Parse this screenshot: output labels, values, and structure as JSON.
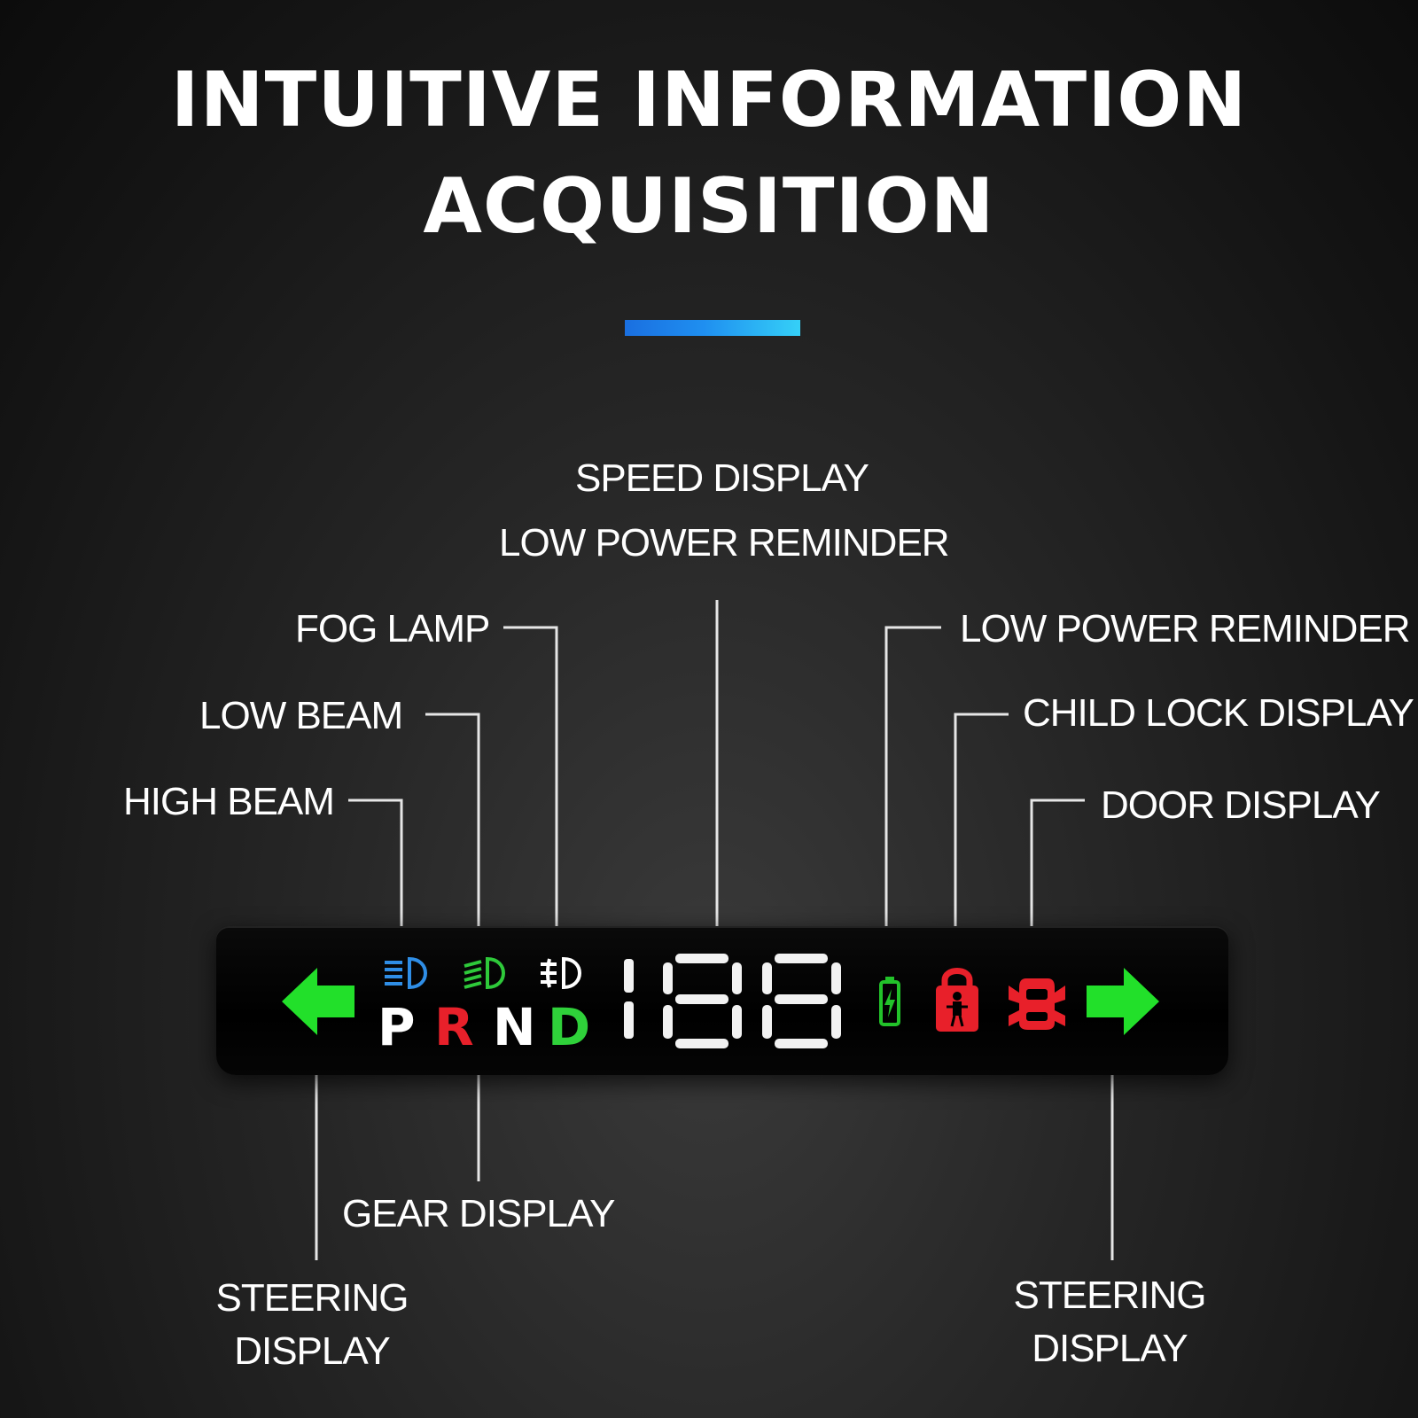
{
  "title": {
    "line1": "INTUITIVE INFORMATION",
    "line2": "ACQUISITION"
  },
  "colors": {
    "accent_start": "#1a6fe0",
    "accent_end": "#35d0f7",
    "turn_arrow": "#22e02a",
    "high_beam": "#2f8ee6",
    "low_beam": "#2ec93a",
    "fog_lamp": "#ffffff",
    "gear_R": "#e8202a",
    "gear_D": "#2fd13a",
    "battery": "#22c22a",
    "child_lock": "#e8202a",
    "door": "#e8202a"
  },
  "labels": {
    "speed_display": "SPEED DISPLAY",
    "low_power_center": "LOW POWER REMINDER",
    "fog_lamp": "FOG LAMP",
    "low_beam": "LOW BEAM",
    "high_beam": "HIGH BEAM",
    "low_power_right": "LOW POWER REMINDER",
    "child_lock": "CHILD LOCK DISPLAY",
    "door": "DOOR DISPLAY",
    "gear_display": "GEAR DISPLAY",
    "steering_left_1": "STEERING",
    "steering_left_2": "DISPLAY",
    "steering_right_1": "STEERING",
    "steering_right_2": "DISPLAY"
  },
  "display": {
    "speed": "188",
    "gears": [
      "P",
      "R",
      "N",
      "D"
    ],
    "icons": {
      "left_arrow": "left-arrow-icon",
      "high_beam": "high-beam-icon",
      "low_beam": "low-beam-icon",
      "fog_lamp": "fog-lamp-icon",
      "battery": "battery-icon",
      "child_lock": "child-lock-icon",
      "door": "car-door-icon",
      "right_arrow": "right-arrow-icon"
    }
  }
}
